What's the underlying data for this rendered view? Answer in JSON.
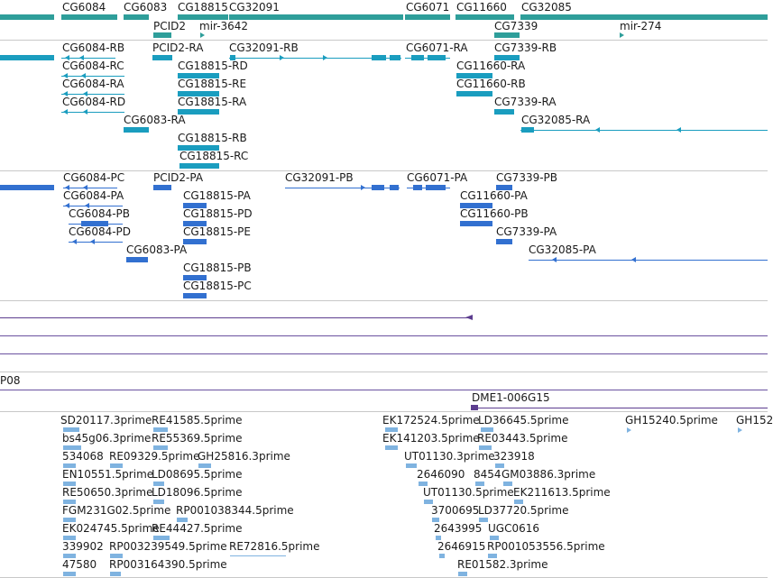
{
  "colors": {
    "gene": "#2e9e9a",
    "mrna": "#1a9dbf",
    "protein": "#3270d0",
    "alignment": "#5c3d8f",
    "est": "#7fb3e0",
    "separator": "#c8c8c8"
  },
  "gene_track": {
    "labels": [
      "CG6084",
      "CG6083",
      "CG18815",
      "CG32091",
      "CG6071",
      "CG11660",
      "CG32085",
      "PCID2",
      "mir-3642",
      "CG7339",
      "mir-274"
    ]
  },
  "transcript_track": {
    "labels": [
      "CG6084-RB",
      "PCID2-RA",
      "CG32091-RB",
      "CG6071-RA",
      "CG7339-RB",
      "CG6084-RC",
      "CG18815-RD",
      "CG11660-RA",
      "CG6084-RA",
      "CG18815-RE",
      "CG11660-RB",
      "CG6084-RD",
      "CG18815-RA",
      "CG7339-RA",
      "CG6083-RA",
      "CG32085-RA",
      "CG18815-RB",
      "CG18815-RC"
    ]
  },
  "protein_track": {
    "labels": [
      "CG6084-PC",
      "PCID2-PA",
      "CG32091-PB",
      "CG6071-PA",
      "CG7339-PB",
      "CG6084-PA",
      "CG18815-PA",
      "CG11660-PA",
      "CG6084-PB",
      "CG18815-PD",
      "CG11660-PB",
      "CG6084-PD",
      "CG18815-PE",
      "CG7339-PA",
      "CG6083-PA",
      "CG32085-PA",
      "CG18815-PB",
      "CG18815-PC"
    ]
  },
  "alignment_track": {
    "labels": [
      "P08",
      "DME1-006G15"
    ]
  },
  "est_track": {
    "labels": [
      "SD20117.3prime",
      "RE41585.5prime",
      "EK172524.5prime",
      "LD36645.5prime",
      "GH15240.5prime",
      "GH152",
      "bs45g06.3prime",
      "RE55369.5prime",
      "EK141203.5prime",
      "RE03443.5prime",
      "534068",
      "RE09329.5prime",
      "GH25816.3prime",
      "UT01130.3prime",
      "323918",
      "EN10551.5prime",
      "LD08695.5prime",
      "2646090",
      "8454",
      "GM03886.3prime",
      "RE50650.3prime",
      "LD18096.5prime",
      "UT01130.5prime",
      "EK211613.5prime",
      "FGM231G02.5prime",
      "RP001038344.5prime",
      "3700695",
      "LD37720.5prime",
      "EK024745.5prime",
      "RE44427.5prime",
      "2643995",
      "UGC0616",
      "339902",
      "RP003239549.5prime",
      "RE72816.5prime",
      "2646915",
      "RP001053556.5prime",
      "47580",
      "RP003164390.5prime",
      "RE01582.3prime"
    ]
  }
}
